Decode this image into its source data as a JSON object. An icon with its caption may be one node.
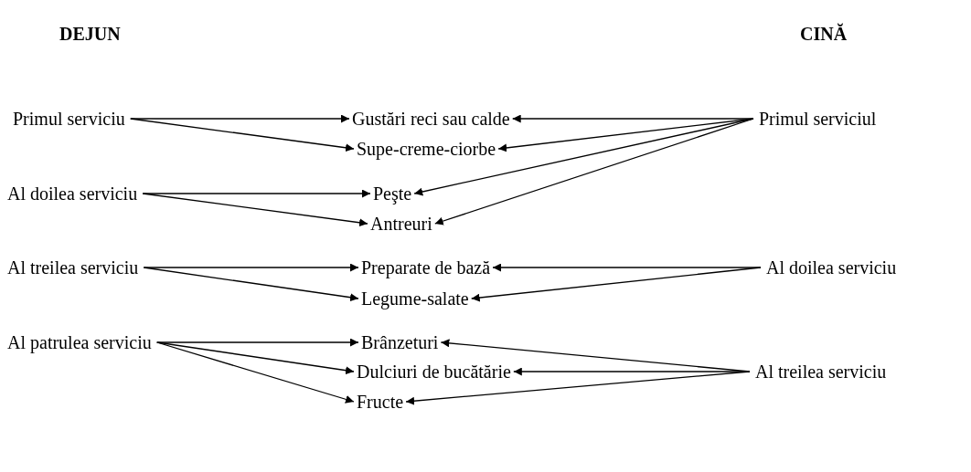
{
  "diagram": {
    "nodes": [
      {
        "text": [
          "Primul serviciu"
        ]
      },
      {
        "text": [
          "Gustări reci sau calde"
        ]
      },
      {
        "text": [
          "Supe-creme-ciorbe"
        ]
      },
      {
        "text": [
          "Primul serviciul"
        ]
      },
      {
        "text": [
          "Al doilea serviciu"
        ]
      },
      {
        "text": [
          "Peşte"
        ]
      },
      {
        "text": [
          "Antreuri"
        ]
      },
      {
        "text": [
          "Al treilea serviciu"
        ]
      },
      {
        "text": [
          "Preparate de bază"
        ]
      },
      {
        "text": [
          "Legume-salate"
        ]
      },
      {
        "text": [
          "Al doilea serviciu"
        ]
      },
      {
        "text": [
          "Al patrulea serviciu"
        ]
      },
      {
        "text": [
          "Brânzeturi"
        ]
      },
      {
        "text": [
          "Dulciuri de bucătărie"
        ]
      },
      {
        "text": [
          "Fructe"
        ]
      },
      {
        "text": [
          "Al treilea serviciu"
        ]
      }
    ],
    "edges": [
      {
        "from": 0,
        "to": 1,
        "arrow": "to"
      },
      {
        "from": 0,
        "to": 2,
        "arrow": "to"
      },
      {
        "from": 3,
        "to": 1,
        "arrow": "to"
      },
      {
        "from": 3,
        "to": 2,
        "arrow": "to"
      },
      {
        "from": 3,
        "to": 5,
        "arrow": "to"
      },
      {
        "from": 3,
        "to": 6,
        "arrow": "to"
      },
      {
        "from": 4,
        "to": 5,
        "arrow": "to"
      },
      {
        "from": 4,
        "to": 6,
        "arrow": "to"
      },
      {
        "from": 7,
        "to": 8,
        "arrow": "to"
      },
      {
        "from": 7,
        "to": 9,
        "arrow": "to"
      },
      {
        "from": 10,
        "to": 8,
        "arrow": "to"
      },
      {
        "from": 10,
        "to": 9,
        "arrow": "to"
      },
      {
        "from": 11,
        "to": 12,
        "arrow": "to"
      },
      {
        "from": 11,
        "to": 13,
        "arrow": "to"
      },
      {
        "from": 11,
        "to": 14,
        "arrow": "to"
      },
      {
        "from": 15,
        "to": 12,
        "arrow": "to"
      },
      {
        "from": 15,
        "to": 13,
        "arrow": "to"
      },
      {
        "from": 15,
        "to": 14,
        "arrow": "to"
      }
    ],
    "labels": [
      "DEJUN",
      "CINĂ"
    ]
  }
}
